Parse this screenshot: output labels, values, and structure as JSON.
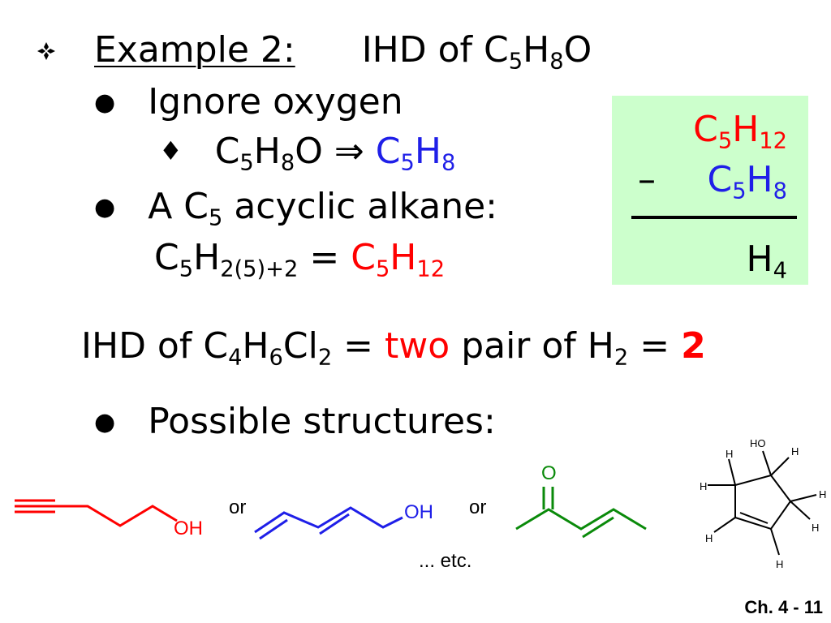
{
  "slide": {
    "bullet_icon": "diamond-four-icon",
    "title": {
      "label": "Example 2:",
      "ihd": "IHD of C",
      "sub1": "5",
      "h": "H",
      "sub2": "8",
      "o": "O"
    },
    "line1": {
      "bullet": "●",
      "text": "Ignore oxygen"
    },
    "line2": {
      "bullet": "♦",
      "c": "C",
      "s1": "5",
      "h": "H",
      "s2": "8",
      "o": "O",
      "arrow": "⇒",
      "rc": "C",
      "rs1": "5",
      "rh": "H",
      "rs2": "8"
    },
    "line3": {
      "bullet": "●",
      "text": "A C",
      "sub": "5",
      "text2": " acyclic alkane:"
    },
    "line4": {
      "c": "C",
      "s1": "5",
      "h": "H",
      "s2": "2(5)+2",
      "eq": " = ",
      "rc": "C",
      "rs1": "5",
      "rh": "H",
      "rs2": "12"
    },
    "box": {
      "top": {
        "c": "C",
        "s1": "5",
        "h": "H",
        "s2": "12"
      },
      "minus": "–",
      "mid": {
        "c": "C",
        "s1": "5",
        "h": "H",
        "s2": "8"
      },
      "result": {
        "h": "H",
        "s": "4"
      }
    },
    "ihd_line": {
      "a": "IHD of C",
      "s1": "4",
      "b": "H",
      "s2": "6",
      "c": "Cl",
      "s3": "2",
      "d": " = ",
      "two": "two",
      "e": " pair of H",
      "s4": "2",
      "f": " = ",
      "num": "2"
    },
    "line5": {
      "bullet": "●",
      "text": "Possible structures:"
    },
    "structures": {
      "s1_oh": "OH",
      "or1": "or",
      "s2_oh": "OH",
      "or2": "or",
      "s3_o": "O",
      "etc": "... etc.",
      "s4": {
        "ho": "HO",
        "h": "H"
      }
    },
    "colors": {
      "red": "#ff0000",
      "blue": "#1f1fe8",
      "green": "#0a8a0a",
      "box": "#ccffcc"
    },
    "footer": "Ch. 4 - 11"
  }
}
